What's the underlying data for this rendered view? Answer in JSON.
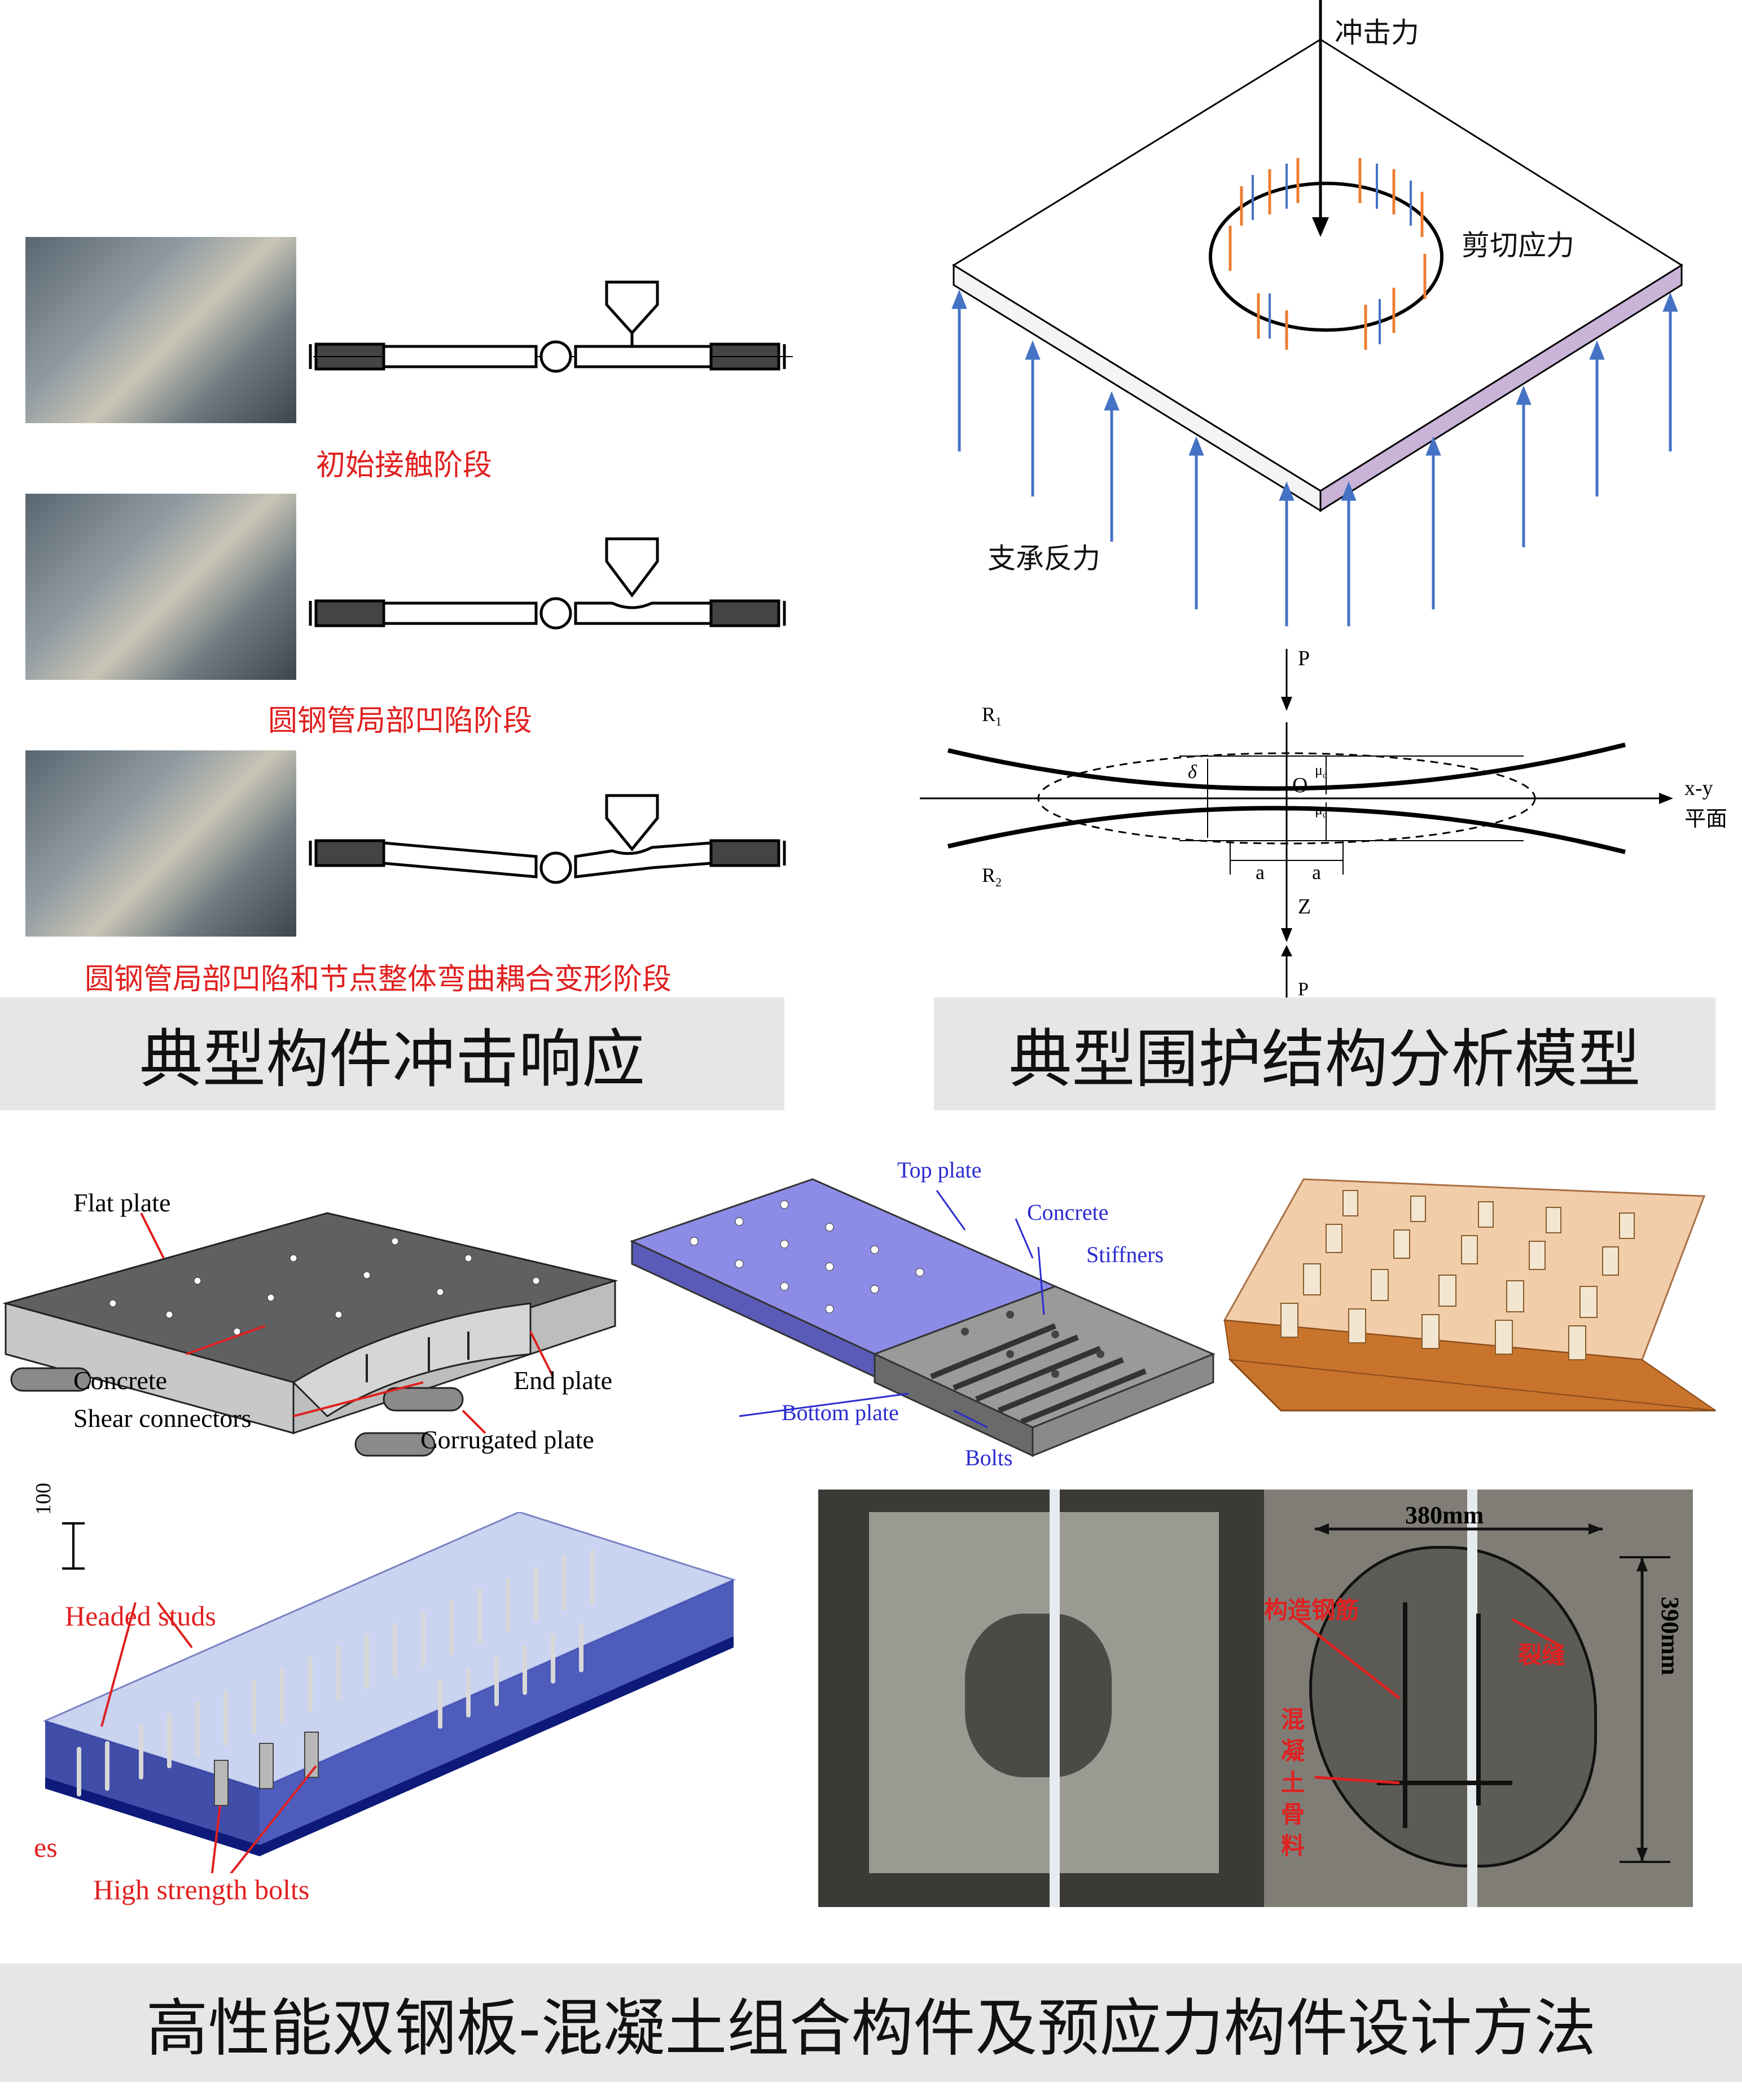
{
  "top_left": {
    "stages": [
      {
        "label": "初始接触阶段"
      },
      {
        "label": "圆钢管局部凹陷阶段"
      },
      {
        "label": "圆钢管局部凹陷和节点整体弯曲耦合变形阶段"
      }
    ],
    "banner": "典型构件冲击响应"
  },
  "top_right": {
    "impact_label": "冲击力",
    "shear_label": "剪切应力",
    "support_label": "支承反力",
    "banner": "典型围护结构分析模型",
    "contact": {
      "P_top": "P",
      "P_bottom": "P",
      "R1": "R",
      "R1_sub": "1",
      "R2": "R",
      "R2_sub": "2",
      "O": "O",
      "delta": "δ",
      "mu1": "μ",
      "mu1_sub": "d",
      "mu2": "μ",
      "mu2_sub": "d",
      "a_left": "a",
      "a_right": "a",
      "Z": "Z",
      "xy": "x-y",
      "plane": "平面"
    }
  },
  "composite": {
    "left": {
      "flat_plate": "Flat plate",
      "concrete": "Concrete",
      "shear_connectors": "Shear connectors",
      "end_plate": "End plate",
      "corrugated_plate": "Corrugated plate"
    },
    "middle": {
      "top_plate": "Top plate",
      "concrete": "Concrete",
      "stiffners": "Stiffners",
      "bottom_plate": "Bottom plate",
      "bolts": "Bolts"
    },
    "steel_box": {
      "headed_studs": "Headed studs",
      "high_strength_bolts": "High strength bolts",
      "partial_left": "es",
      "dim_label": "100"
    },
    "specimen": {
      "width_label": "380mm",
      "height_label": "390mm",
      "rebar_label": "构造钢筋",
      "crack_label": "裂缝",
      "aggregate_chars": [
        "混",
        "凝",
        "土",
        "骨",
        "料"
      ]
    },
    "banner": "高性能双钢板-混凝土组合构件及预应力构件设计方法"
  },
  "colors": {
    "red_label": "#e02020",
    "banner_bg": "#e6e6e6",
    "arrow_blue": "#4472c4",
    "arrow_orange": "#ed7d31",
    "plate_purple": "#c9b4d8",
    "blue_plate": "#8c8ce6",
    "box_blue": "#1f2f9a",
    "copper": "#c8742c",
    "label_blue": "#2b2bd0"
  }
}
